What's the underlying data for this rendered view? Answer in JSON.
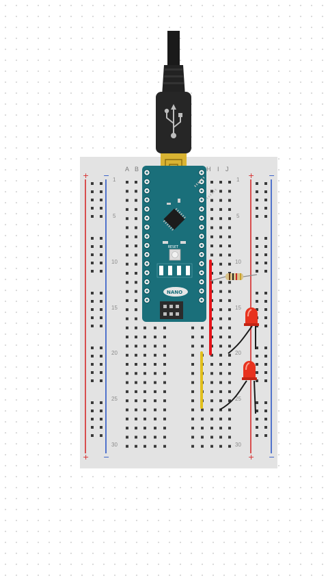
{
  "breadboard": {
    "columns_left": [
      "A",
      "B"
    ],
    "columns_right": [
      "H",
      "I",
      "J"
    ],
    "row_labels": [
      "1",
      "5",
      "10",
      "15",
      "20",
      "25",
      "30"
    ],
    "rail_plus": "+",
    "rail_minus": "−",
    "colors": {
      "plus_rail": "#d62828",
      "minus_rail": "#2a56c6",
      "board": "#e3e3e3"
    }
  },
  "arduino": {
    "board_label": "NANO",
    "reset_label": "RESET",
    "color": "#1a6f7a"
  },
  "components": {
    "wire_red_color": "#e8141a",
    "wire_yellow_color": "#e2c01c",
    "led_color": "#e8321e",
    "cable_color": "#1a1a1a"
  }
}
